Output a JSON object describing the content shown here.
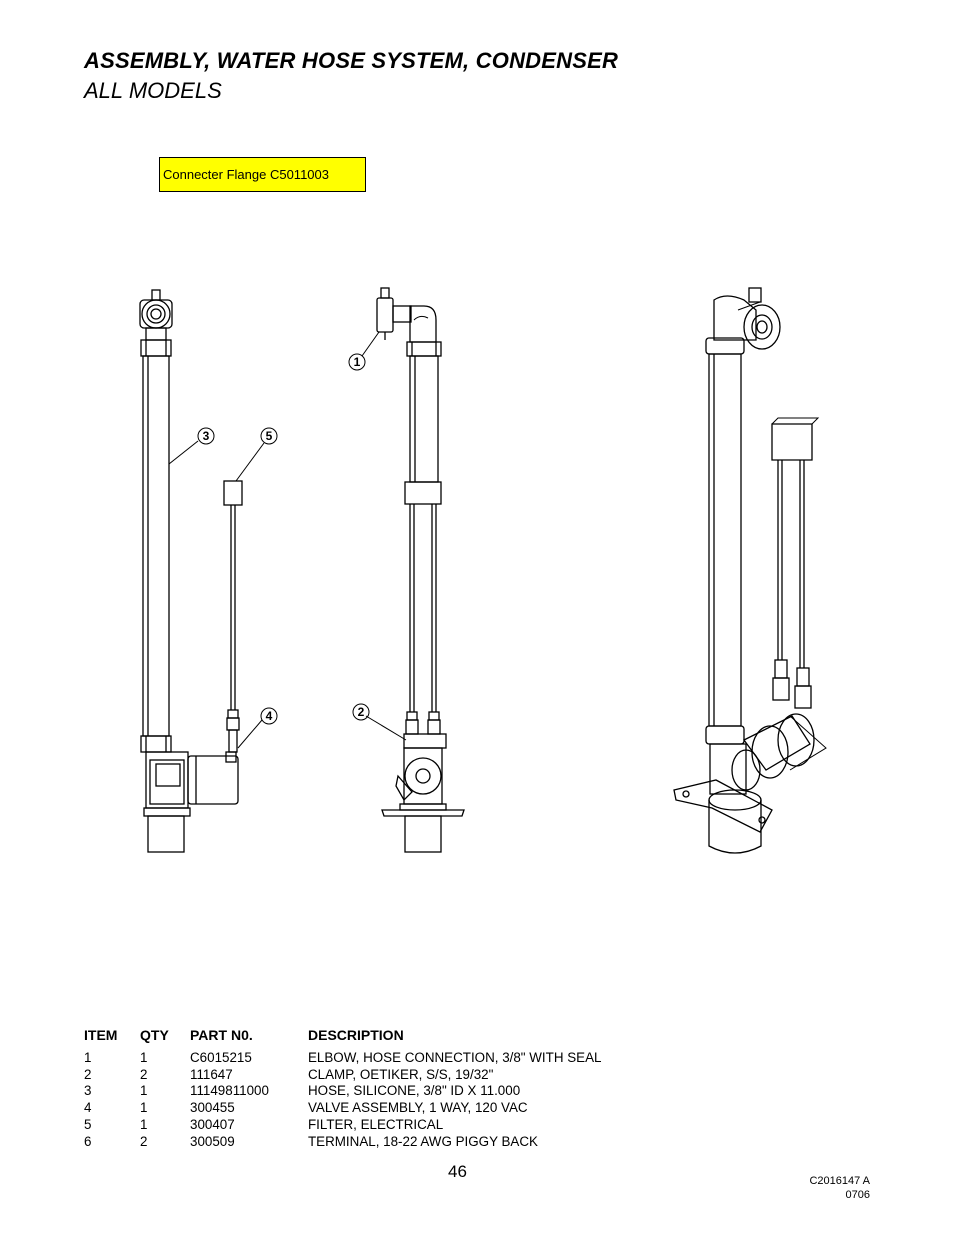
{
  "header": {
    "title": "ASSEMBLY, WATER HOSE SYSTEM, CONDENSER",
    "subtitle": "ALL MODELS"
  },
  "note": {
    "text": "Connecter Flange C5011003",
    "color": "#ffff00"
  },
  "callouts": [
    "1",
    "2",
    "3",
    "4",
    "5"
  ],
  "parts_table": {
    "headers": [
      "ITEM",
      "QTY",
      "PART N0.",
      "DESCRIPTION"
    ],
    "rows": [
      [
        "1",
        "1",
        "C6015215",
        "ELBOW, HOSE CONNECTION, 3/8\" WITH SEAL"
      ],
      [
        "2",
        "2",
        "111647",
        "CLAMP, OETIKER, S/S, 19/32\""
      ],
      [
        "3",
        "1",
        "11149811000",
        "HOSE, SILICONE, 3/8\" ID X 11.000"
      ],
      [
        "4",
        "1",
        "300455",
        "VALVE ASSEMBLY, 1 WAY, 120 VAC"
      ],
      [
        "5",
        "1",
        "300407",
        "FILTER, ELECTRICAL"
      ],
      [
        "6",
        "2",
        "300509",
        "TERMINAL, 18-22 AWG PIGGY BACK"
      ]
    ]
  },
  "footer": {
    "page_number": "46",
    "doc_number": "C2016147 A",
    "date_code": "0706"
  }
}
